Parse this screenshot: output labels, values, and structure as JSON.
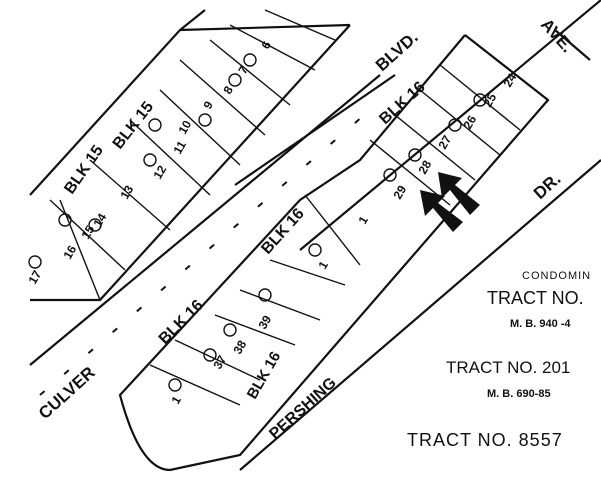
{
  "streets": {
    "culver": "CULVER",
    "blvd": "BLVD.",
    "ave": "AVE.",
    "dr": "DR.",
    "pershing": "PERSHING"
  },
  "blocks": {
    "blk15_a": "BLK 15",
    "blk15_b": "BLK 15",
    "blk16_a": "BLK 16",
    "blk16_b": "BLK 16",
    "blk16_c": "BLK 16",
    "blk16_d": "BLK 16"
  },
  "lots_upper": [
    "17",
    "16",
    "15",
    "14",
    "13",
    "12",
    "11",
    "10",
    "9",
    "8",
    "7",
    "6"
  ],
  "lots_lower": [
    "1",
    "29",
    "28",
    "27",
    "26",
    "25",
    "24",
    "1",
    "39",
    "38",
    "37",
    "1"
  ],
  "tracts": {
    "condo_label": "CONDOMIN",
    "tract1": "TRACT NO.",
    "tract1_mb": "M. B. 940 -4",
    "tract2": "TRACT NO. 201",
    "tract2_mb": "M. B. 690-85",
    "tract3": "TRACT NO. 8557"
  },
  "colors": {
    "ink": "#111111",
    "paper": "#ffffff"
  }
}
